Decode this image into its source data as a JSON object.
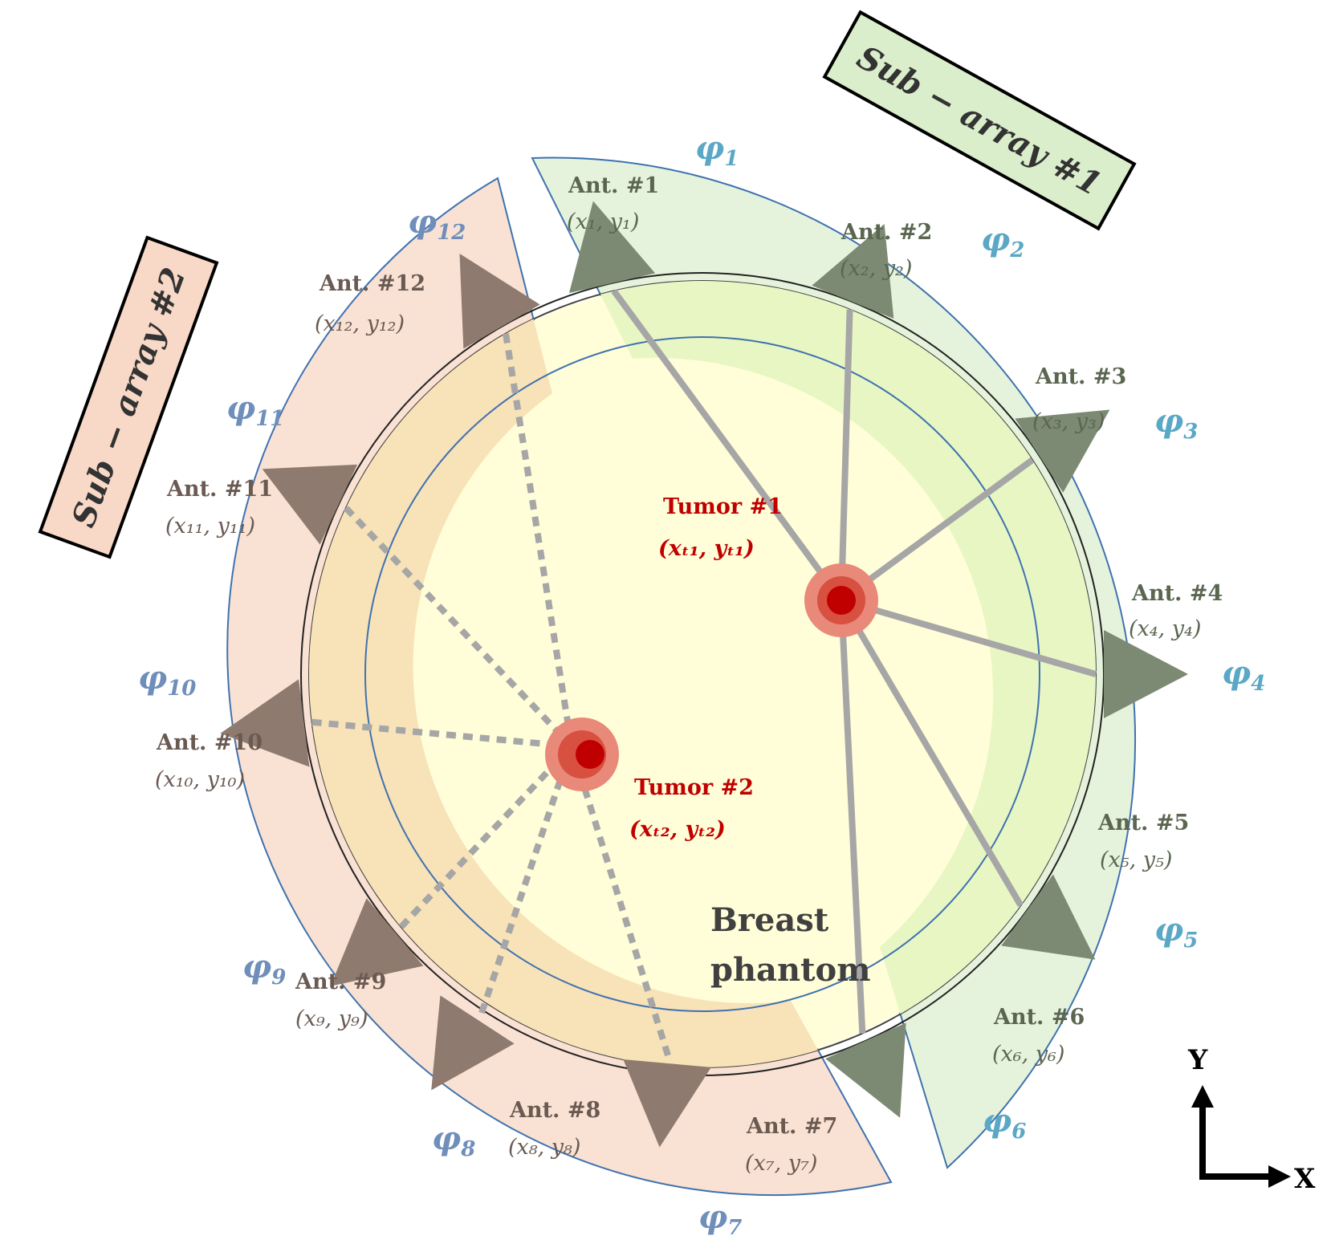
{
  "colors": {
    "subarray1_fill": "#e6f3dc",
    "subarray2_fill": "#f9e1d3",
    "sector_border": "#3f72af",
    "phantom_fill": "#fffed8",
    "band_green": "#e8f6c4",
    "band_orange": "#f8e2b8",
    "antenna_green": "#7d8a73",
    "antenna_brown": "#8e7a6e",
    "tumor_red": "#c00000",
    "tumor_halo": "#e8897a",
    "ray": "#a6a6a6",
    "phi_blue": "#5aa8c6",
    "phi_blue2": "#6f8fba",
    "label_green": "#5a6650",
    "label_brown": "#6a5a52"
  },
  "subarrays": [
    {
      "id": "subarray-1",
      "label": "Sub − array #1"
    },
    {
      "id": "subarray-2",
      "label": "Sub − array #2"
    }
  ],
  "phantom": {
    "label_line1": "Breast",
    "label_line2": "phantom"
  },
  "tumors": [
    {
      "name": "Tumor #1",
      "coord": "(xₜ₁, yₜ₁)"
    },
    {
      "name": "Tumor #2",
      "coord": "(xₜ₂, yₜ₂)"
    }
  ],
  "antennas": [
    {
      "name": "Ant. #1",
      "coord": "(x₁, y₁)",
      "phi": "φ",
      "phi_sub": "1"
    },
    {
      "name": "Ant. #2",
      "coord": "(x₂, y₂)",
      "phi": "φ",
      "phi_sub": "2"
    },
    {
      "name": "Ant. #3",
      "coord": "(x₃, y₃)",
      "phi": "φ",
      "phi_sub": "3"
    },
    {
      "name": "Ant. #4",
      "coord": "(x₄, y₄)",
      "phi": "φ",
      "phi_sub": "4"
    },
    {
      "name": "Ant. #5",
      "coord": "(x₅, y₅)",
      "phi": "φ",
      "phi_sub": "5"
    },
    {
      "name": "Ant. #6",
      "coord": "(x₆, y₆)",
      "phi": "φ",
      "phi_sub": "6"
    },
    {
      "name": "Ant. #7",
      "coord": "(x₇, y₇)",
      "phi": "φ",
      "phi_sub": "7"
    },
    {
      "name": "Ant. #8",
      "coord": "(x₈, y₈)",
      "phi": "φ",
      "phi_sub": "8"
    },
    {
      "name": "Ant. #9",
      "coord": "(x₉, y₉)",
      "phi": "φ",
      "phi_sub": "9"
    },
    {
      "name": "Ant. #10",
      "coord": "(x₁₀, y₁₀)",
      "phi": "φ",
      "phi_sub": "10"
    },
    {
      "name": "Ant. #11",
      "coord": "(x₁₁, y₁₁)",
      "phi": "φ",
      "phi_sub": "11"
    },
    {
      "name": "Ant. #12",
      "coord": "(x₁₂, y₁₂)",
      "phi": "φ",
      "phi_sub": "12"
    }
  ],
  "axes": {
    "y_label": "Y",
    "x_label": "X"
  }
}
